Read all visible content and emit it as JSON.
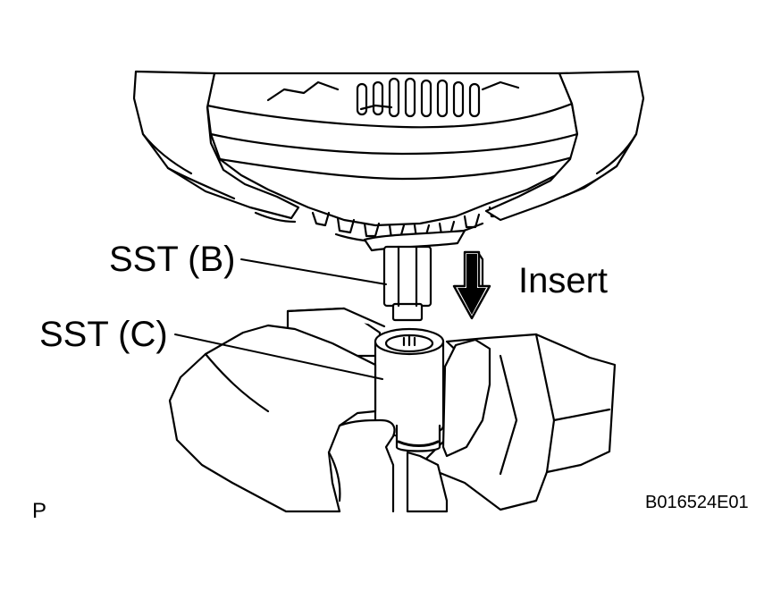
{
  "labels": {
    "sst_b": "SST (B)",
    "sst_c": "SST (C)",
    "insert": "Insert",
    "view_marker": "P",
    "figure_code": "B016524E01"
  },
  "colors": {
    "line": "#000000",
    "fill": "#ffffff"
  }
}
